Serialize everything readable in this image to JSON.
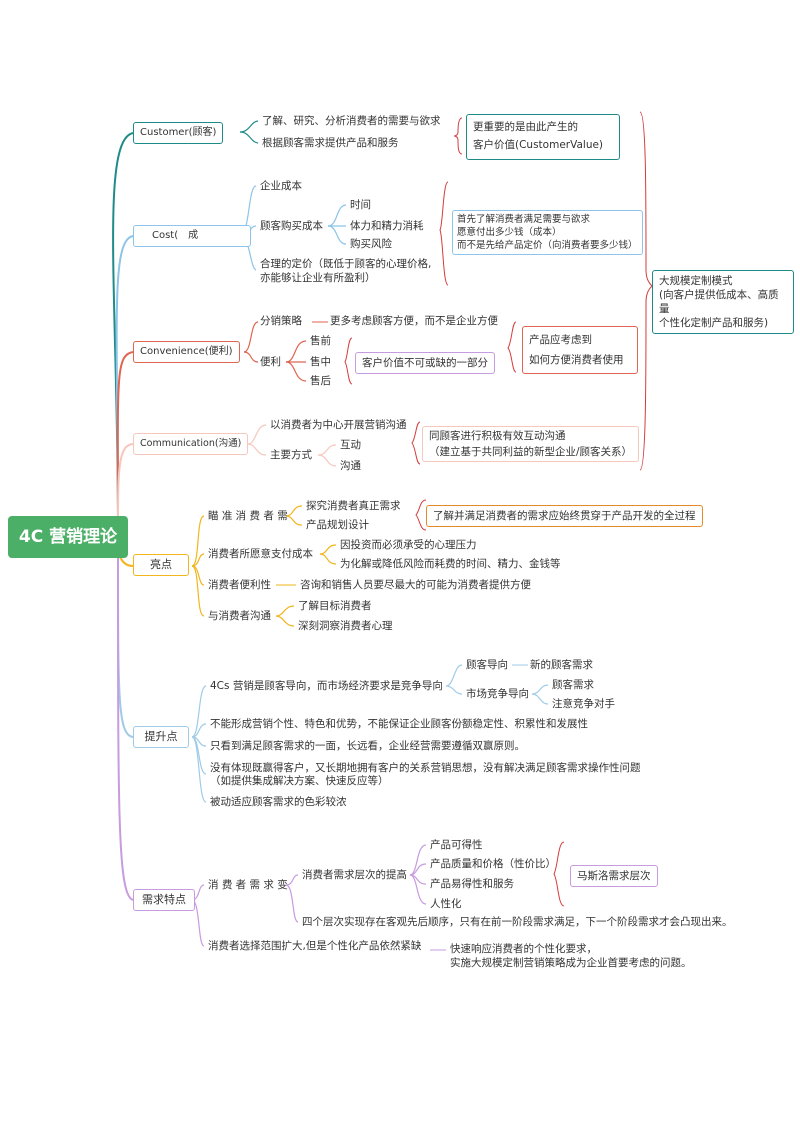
{
  "root": "4C 营销理论",
  "branches": {
    "customer": {
      "label": "Customer(顾客)",
      "items": [
        "了解、研究、分析消费者的需要与欲求",
        "根据顾客需求提供产品和服务"
      ],
      "note_lines": [
        "更重要的是由此产生的",
        "客户价值(CustomerValue)"
      ]
    },
    "cost": {
      "label": "Cost(　成",
      "items": [
        "企业成本",
        "顾客购买成本",
        "合理的定价（既低于顾客的心理价格,",
        "亦能够让企业有所盈利）"
      ],
      "sub_items": [
        "时间",
        "体力和精力消耗",
        "购买风险"
      ],
      "note_lines": [
        "首先了解消费者满足需要与欲求",
        "愿意付出多少钱（成本）",
        "而不是先给产品定价（向消费者要多少钱）"
      ]
    },
    "convenience": {
      "label": "Convenience(便利)",
      "strategy": "分销策略",
      "strategy_desc": "更多考虑顾客方便，而不是企业方便",
      "convenience": "便利",
      "phases": [
        "售前",
        "售中",
        "售后"
      ],
      "phase_note": "客户价值不可或缺的一部分",
      "note_lines": [
        "产品应考虑到",
        "如何方便消费者使用"
      ]
    },
    "communication": {
      "label": "Communication(沟通)",
      "items": [
        "以消费者为中心开展营销沟通",
        "主要方式"
      ],
      "modes": [
        "互动",
        "沟通"
      ],
      "note_lines": [
        "同顾客进行积极有效互动沟通",
        "（建立基于共同利益的新型企业/顾客关系）"
      ]
    },
    "big_note_lines": [
      "大规模定制模式",
      "(向客户提供低成本、高质量",
      "个性化定制产品和服务)"
    ],
    "highlights": {
      "label": "亮点",
      "need": "瞄 准 消 费 者 需",
      "need_items": [
        "探究消费者真正需求",
        "产品规划设计"
      ],
      "need_note": "了解并满足消费者的需求应始终贯穿于产品开发的全过程",
      "pay": "消费者所愿意支付成本",
      "pay_items": [
        "因投资而必须承受的心理压力",
        "为化解或降低风险而耗费的时间、精力、金钱等"
      ],
      "conv": "消费者便利性",
      "conv_desc": "咨询和销售人员要尽最大的可能为消费者提供方便",
      "comm": "与消费者沟通",
      "comm_items": [
        "了解目标消费者",
        "深刻洞察消费者心理"
      ]
    },
    "improve": {
      "label": "提升点",
      "main": "4Cs 营销是顾客导向，而市场经济要求是竞争导向",
      "customer_orient": "顾客导向",
      "customer_orient_desc": "新的顾客需求",
      "market_orient": "市场竞争导向",
      "market_items": [
        "顾客需求",
        "注意竞争对手"
      ],
      "points": [
        "不能形成营销个性、特色和优势，不能保证企业顾客份额稳定性、积累性和发展性",
        "只看到满足顾客需求的一面，长远看，企业经营需要遵循双赢原则。",
        "没有体现既赢得客户，又长期地拥有客户的关系营销思想，没有解决满足顾客需求操作性问题",
        "（如提供集成解决方案、快速反应等）",
        "被动适应顾客需求的色彩较浓"
      ]
    },
    "demand": {
      "label": "需求特点",
      "change": "消 费 者 需 求 变",
      "level_up": "消费者需求层次的提高",
      "levels": [
        "产品可得性",
        "产品质量和价格（性价比）",
        "产品易得性和服务",
        "人性化"
      ],
      "maslow": "马斯洛需求层次",
      "order_note": "四个层次实现存在客观先后顺序，只有在前一阶段需求满足，下一个阶段需求才会凸现出来。",
      "scope": "消费者选择范围扩大,但是个性化产品依然紧缺",
      "scope_desc": [
        "快速响应消费者的个性化要求，",
        "实施大规模定制营销策略成为企业首要考虑的问题。"
      ]
    }
  },
  "colors": {
    "root": "#4caf67",
    "customer": "#1f8a8a",
    "cost": "#8cc4ea",
    "convenience": "#e0644f",
    "communication": "#f6c7bc",
    "highlights": "#f2b51b",
    "improve": "#9fcbe8",
    "demand": "#c79be0"
  }
}
